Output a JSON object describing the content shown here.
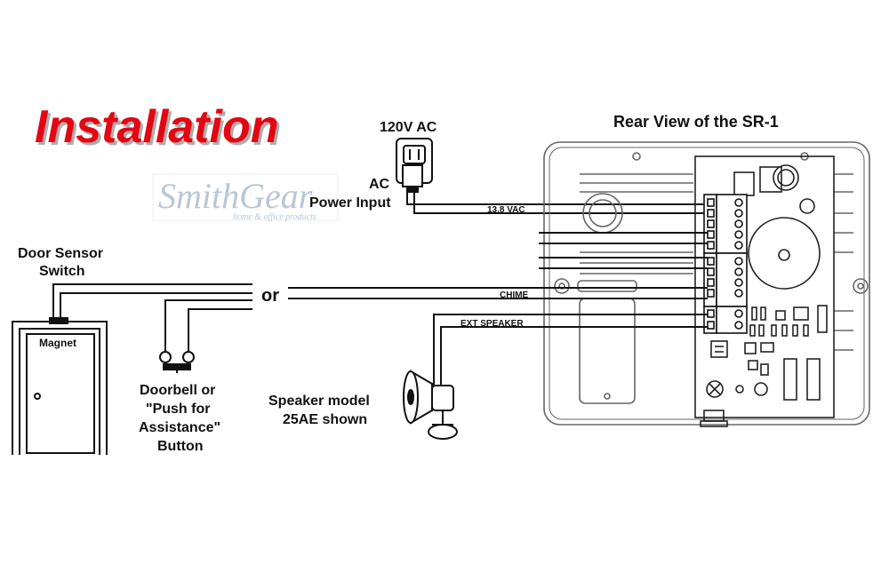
{
  "title": "Installation",
  "logo": {
    "brand": "SmithGear",
    "tagline": "home & office products"
  },
  "labels": {
    "rear_view": "Rear View of the SR-1",
    "ac_120": "120V AC",
    "ac_power_line1": "AC",
    "ac_power_line2": "Power Input",
    "vac": "13.8 VAC",
    "or": "or",
    "chime": "CHIME",
    "ext_speaker": "EXT SPEAKER",
    "door_sensor_line1": "Door Sensor",
    "door_sensor_line2": "Switch",
    "magnet": "Magnet",
    "doorbell_line1": "Doorbell or",
    "doorbell_line2": "\"Push for",
    "doorbell_line3": "Assistance\"",
    "doorbell_line4": "Button",
    "speaker_line1": "Speaker  model",
    "speaker_line2": "25AE shown"
  },
  "colors": {
    "title": "#e30613",
    "logo": "#b9c6d6",
    "line": "#111111",
    "device": "#666666"
  }
}
